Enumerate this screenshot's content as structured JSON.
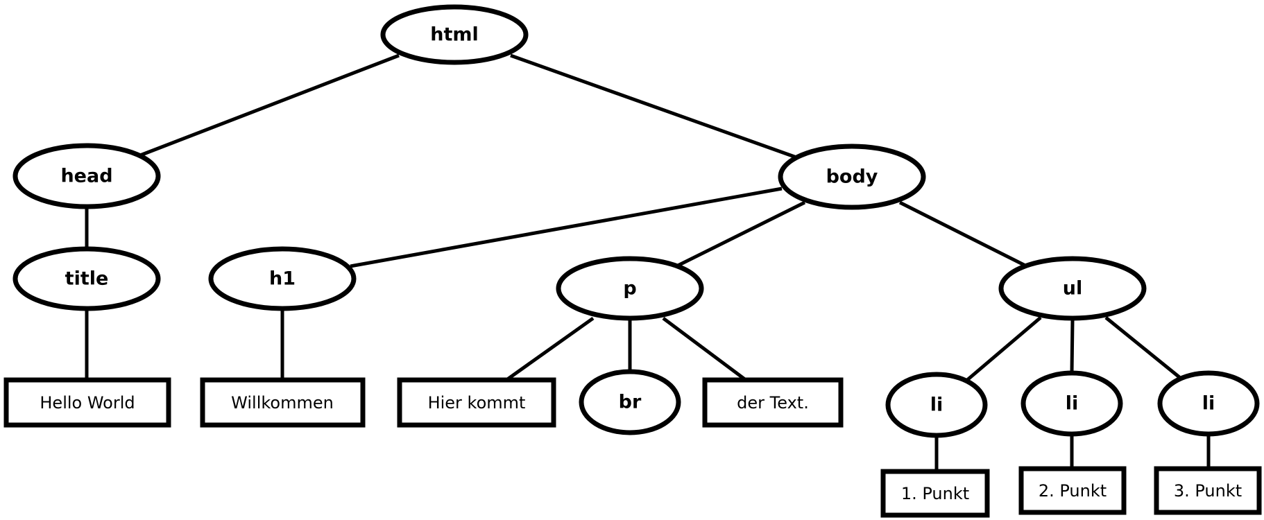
{
  "tree": {
    "html": "html",
    "head": "head",
    "title": "title",
    "title_text": "Hello World",
    "body": "body",
    "h1": "h1",
    "h1_text": "Willkommen",
    "p": "p",
    "p_text_1": "Hier kommt",
    "br": "br",
    "p_text_2": "der Text.",
    "ul": "ul",
    "li_1": "li",
    "li_2": "li",
    "li_3": "li",
    "li_1_text": "1. Punkt",
    "li_2_text": "2. Punkt",
    "li_3_text": "3. Punkt"
  }
}
